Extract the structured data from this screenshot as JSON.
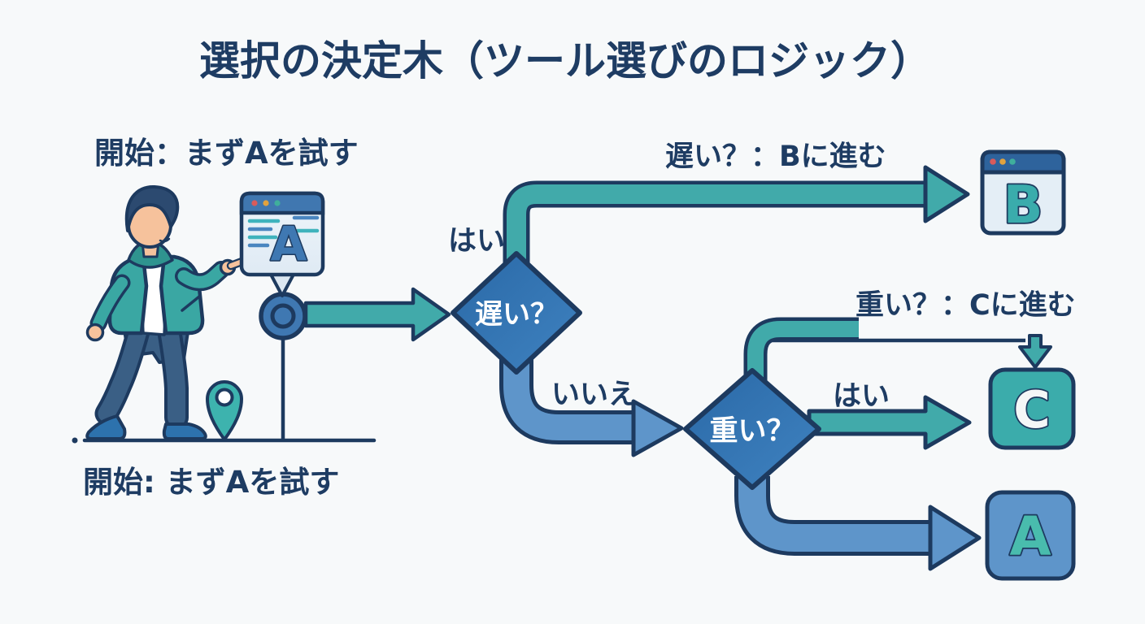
{
  "palette": {
    "background": "#f7f9fa",
    "navy_outline": "#1d3a5f",
    "text_navy": "#1e3c63",
    "teal_accent": "#41aaaa",
    "diamond_blue": "#2f6fad",
    "light_blue": "#5e95ca",
    "skin_tone": "#f6c29c",
    "pants_blue": "#3a5f85",
    "shoe_blue": "#2d72ad",
    "window_body": "#e9f1f8",
    "window_header": "#2e639c",
    "dot_red": "#d95b5b",
    "dot_orange": "#e2a23e",
    "dot_green": "#3fae9c"
  },
  "title": {
    "text": "選択の決定木（ツール選びのロジック）"
  },
  "labels": {
    "start_top": "開始：まずAを試す",
    "start_bottom": "開始: まずAを試す",
    "slow_branch": "遅い？：Bに進む",
    "heavy_branch": "重い？：Cに進む",
    "yes_1": "はい",
    "no_1": "いいえ",
    "yes_2": "はい"
  },
  "nodes": {
    "decision_slow": "遅い？",
    "decision_heavy": "重い？"
  },
  "icons": {
    "tool_a_window_letter": "A",
    "tool_b_letter": "B",
    "tool_c_letter": "C",
    "tool_a_result_letter": "A"
  }
}
